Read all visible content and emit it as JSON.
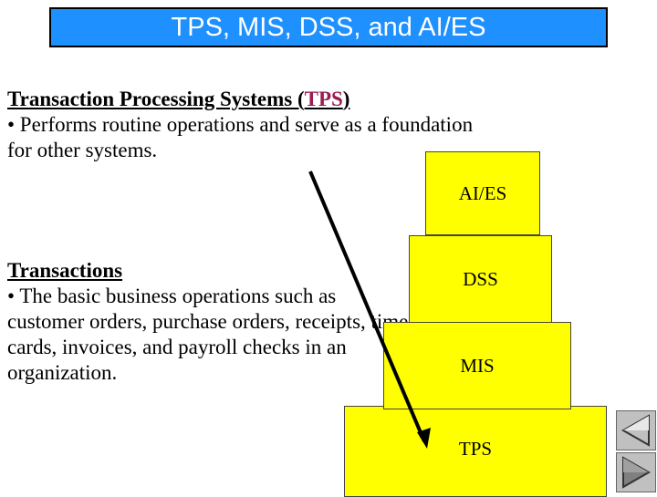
{
  "title": "TPS, MIS, DSS, and AI/ES",
  "tps_block": {
    "heading_start": "Transaction Processing Systems (",
    "heading_acronym": "TPS",
    "heading_end": ")",
    "description": "• Performs routine operations and serve as a foundation for other systems."
  },
  "transactions_block": {
    "heading": "Transactions",
    "description": "• The basic business operations such as customer orders, purchase orders, receipts, time cards, invoices, and payroll checks in an organization."
  },
  "pyramid": {
    "levels": [
      "AI/ES",
      "DSS",
      "MIS",
      "TPS"
    ],
    "fill_color": "#ffff00"
  },
  "colors": {
    "title_bar": "#1e90ff",
    "acronym": "#9b1c4f"
  },
  "nav": {
    "prev_icon": "triangle-left-icon",
    "next_icon": "triangle-right-icon"
  }
}
